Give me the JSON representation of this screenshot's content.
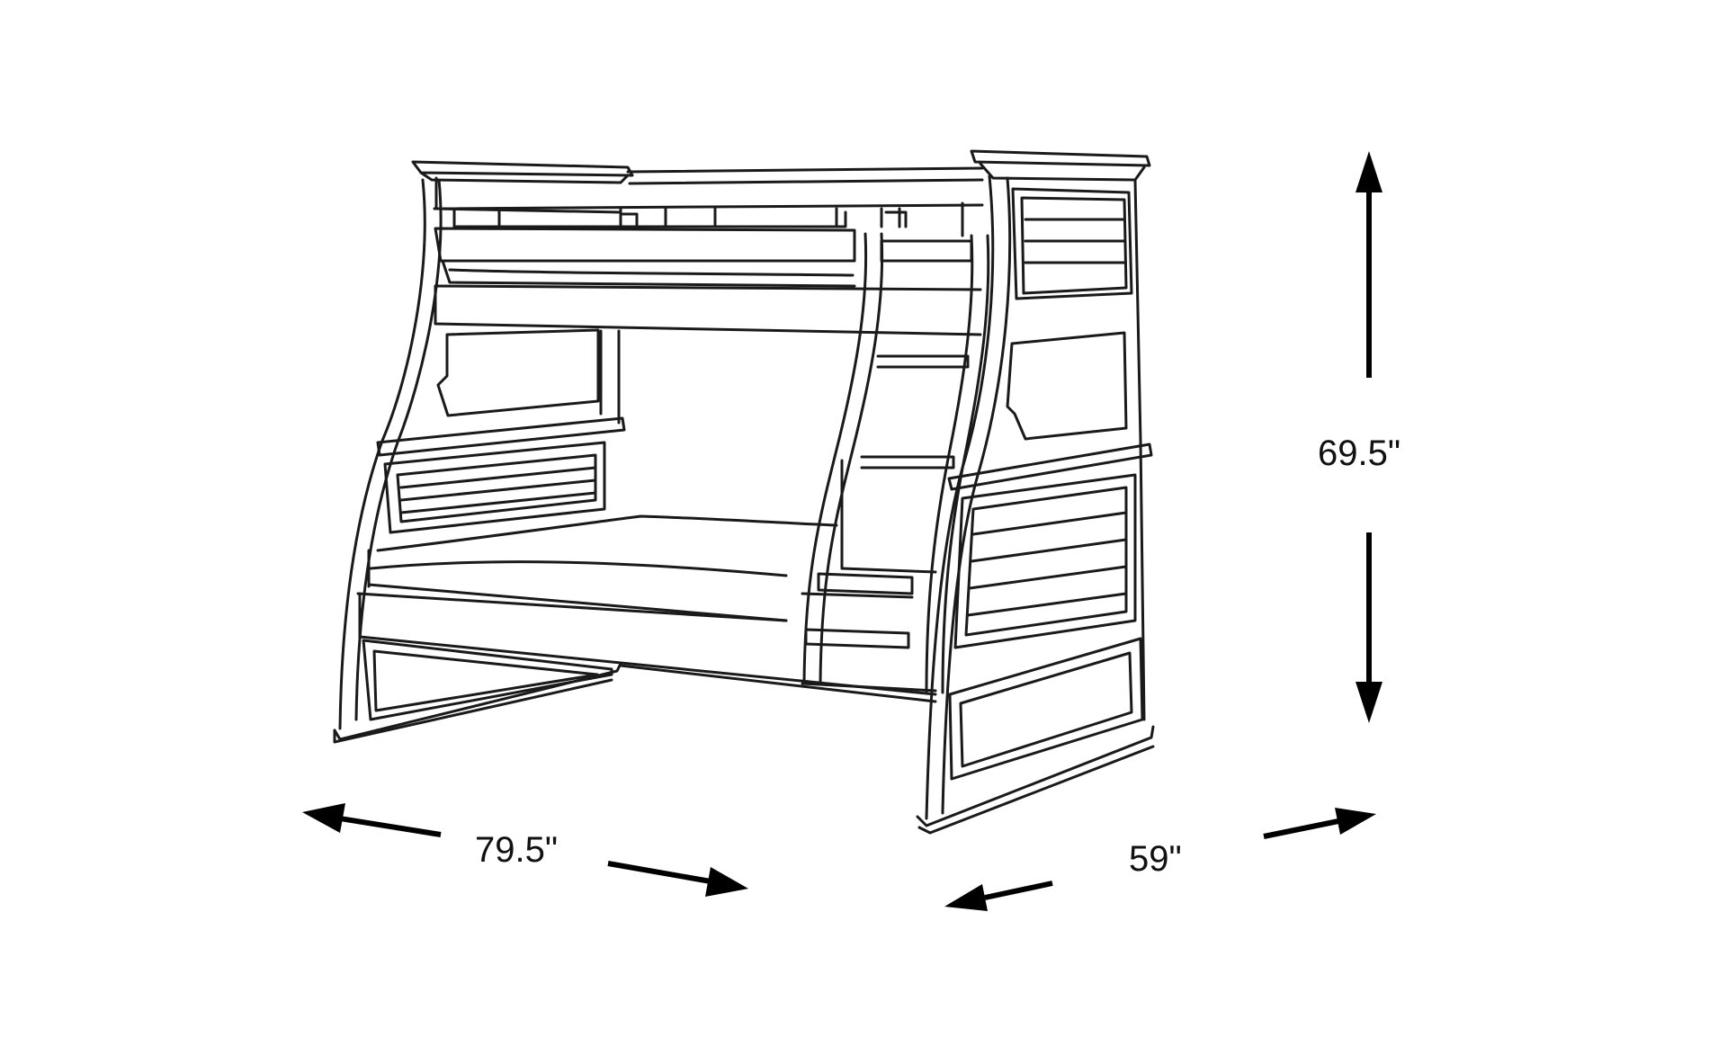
{
  "dimensions": {
    "height": "69.5\"",
    "length": "79.5\"",
    "width": "59\""
  },
  "colors": {
    "line": "#1a1a1a",
    "arrow": "#000000",
    "background": "#ffffff"
  }
}
